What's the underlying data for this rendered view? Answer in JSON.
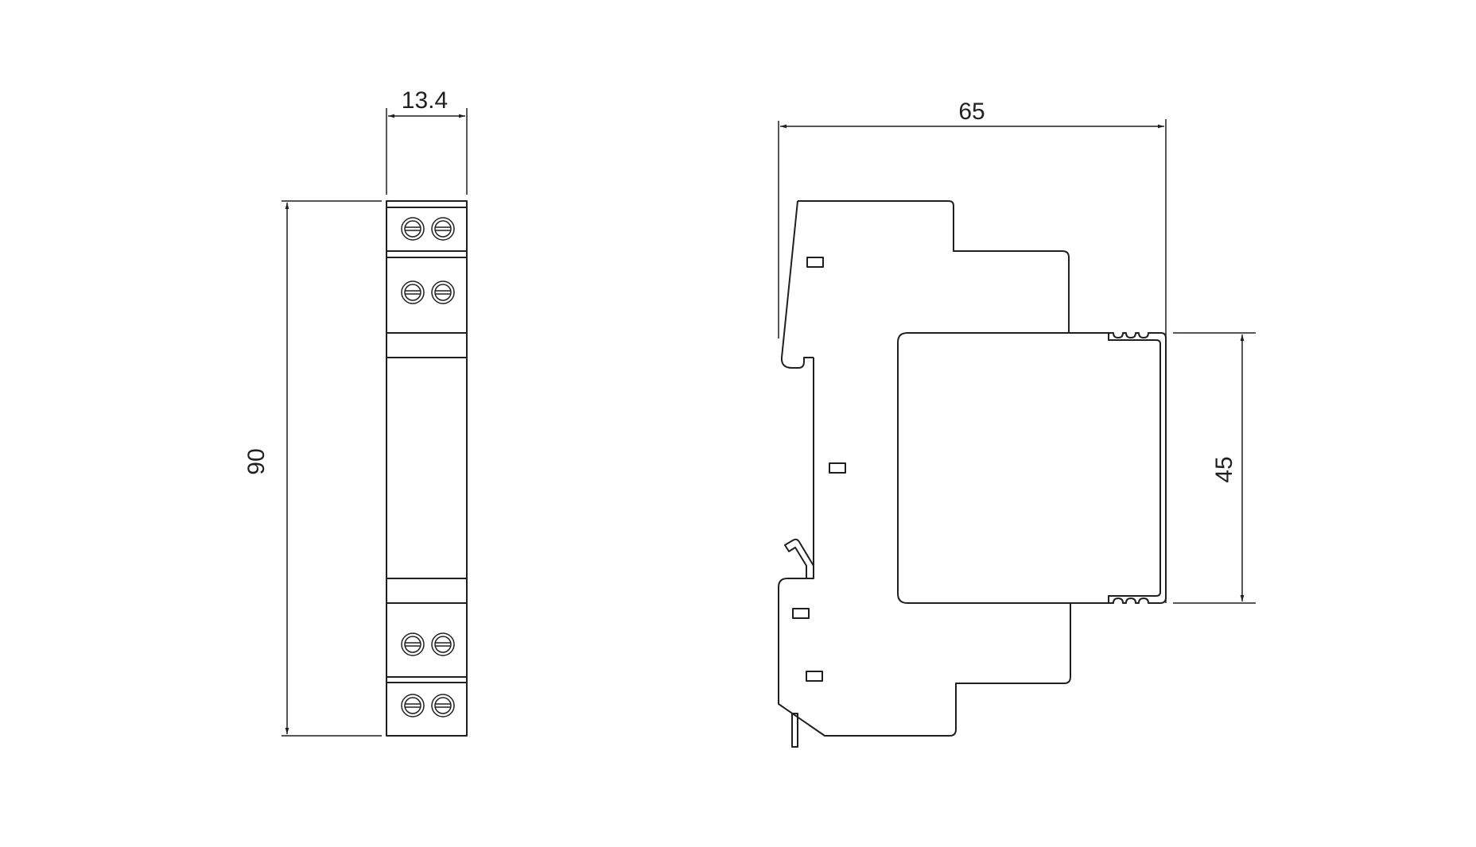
{
  "drawing": {
    "front_view": {
      "width_label": "13.4",
      "height_label": "90"
    },
    "side_view": {
      "depth_label": "65",
      "front_height_label": "45"
    },
    "line_color": "#231f20"
  }
}
